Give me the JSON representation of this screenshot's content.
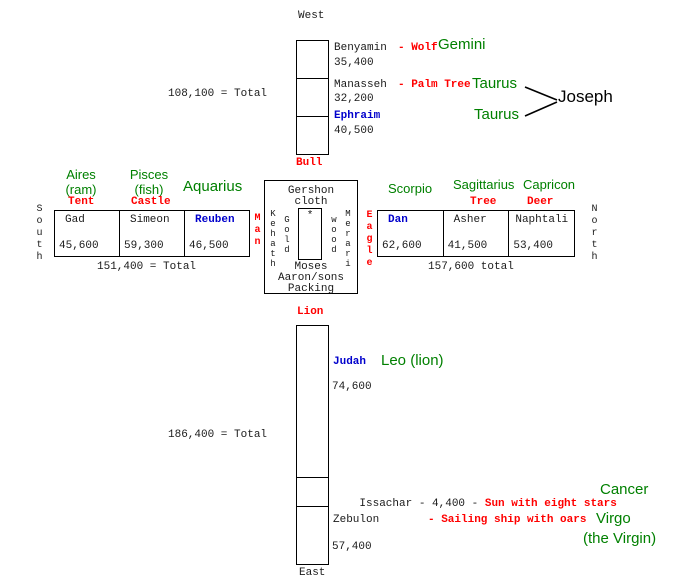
{
  "colors": {
    "green": "#008000",
    "red": "#ff0000",
    "blue": "#0000cc",
    "ink": "#1a1a1a"
  },
  "directions": {
    "west": "West",
    "east": "East",
    "south": "South",
    "north": "North"
  },
  "west_camp": {
    "total_label": "108,100 = Total",
    "banner_symbol": "Bull",
    "benyamin": {
      "name": "Benyamin",
      "emblem": "- Wolf",
      "zodiac": "Gemini",
      "count": "35,400"
    },
    "manasseh": {
      "name": "Manasseh",
      "emblem": "- Palm Tree",
      "zodiac": "Taurus",
      "count": "32,200"
    },
    "ephraim": {
      "name": "Ephraim",
      "zodiac": "Taurus",
      "count": "40,500"
    },
    "joseph_label": "Joseph"
  },
  "south_camp": {
    "zodiac": {
      "aires_1": "Aires",
      "aires_2": "(ram)",
      "pisces_1": "Pisces",
      "pisces_2": "(fish)",
      "aquarius": "Aquarius"
    },
    "emblem_tent": "Tent",
    "emblem_castle": "Castle",
    "banner_symbol": "Man",
    "tribes": [
      {
        "name": "Gad",
        "count": "45,600"
      },
      {
        "name": "Simeon",
        "count": "59,300"
      },
      {
        "name": "Reuben",
        "count": "46,500"
      }
    ],
    "total_label": "151,400 = Total"
  },
  "north_camp": {
    "zodiac": {
      "scorpio": "Scorpio",
      "sagittarius": "Sagittarius",
      "capricon": "Capricon"
    },
    "emblem_tree": "Tree",
    "emblem_deer": "Deer",
    "banner_symbol": "Eagle",
    "tribes": [
      {
        "name": "Dan",
        "count": "62,600"
      },
      {
        "name": "Asher",
        "count": "41,500"
      },
      {
        "name": "Naphtali",
        "count": "53,400"
      }
    ],
    "total_label": "157,600 total"
  },
  "east_camp": {
    "total_label": "186,400 = Total",
    "banner_symbol": "Lion",
    "judah": {
      "name": "Judah",
      "zodiac": "Leo (lion)",
      "count": "74,600"
    },
    "issachar": {
      "text": "Issachar - 4,400 -",
      "emblem": "Sun with eight stars",
      "zodiac": "Cancer"
    },
    "zebulon": {
      "name": "Zebulon",
      "emblem": "- Sailing ship with oars",
      "count": "57,400",
      "zodiac_line1": "Virgo",
      "zodiac_line2": "(the Virgin)"
    }
  },
  "tabernacle": {
    "gershon_line1": "Gershon",
    "gershon_line2": "cloth",
    "kehath": "Kehath",
    "kehath_items": "Gold",
    "merari": "Merari",
    "merari_items": "wood",
    "ark_symbol": "*",
    "moses_line1": "Moses",
    "moses_line2": "Aaron/sons",
    "moses_line3": "Packing"
  }
}
